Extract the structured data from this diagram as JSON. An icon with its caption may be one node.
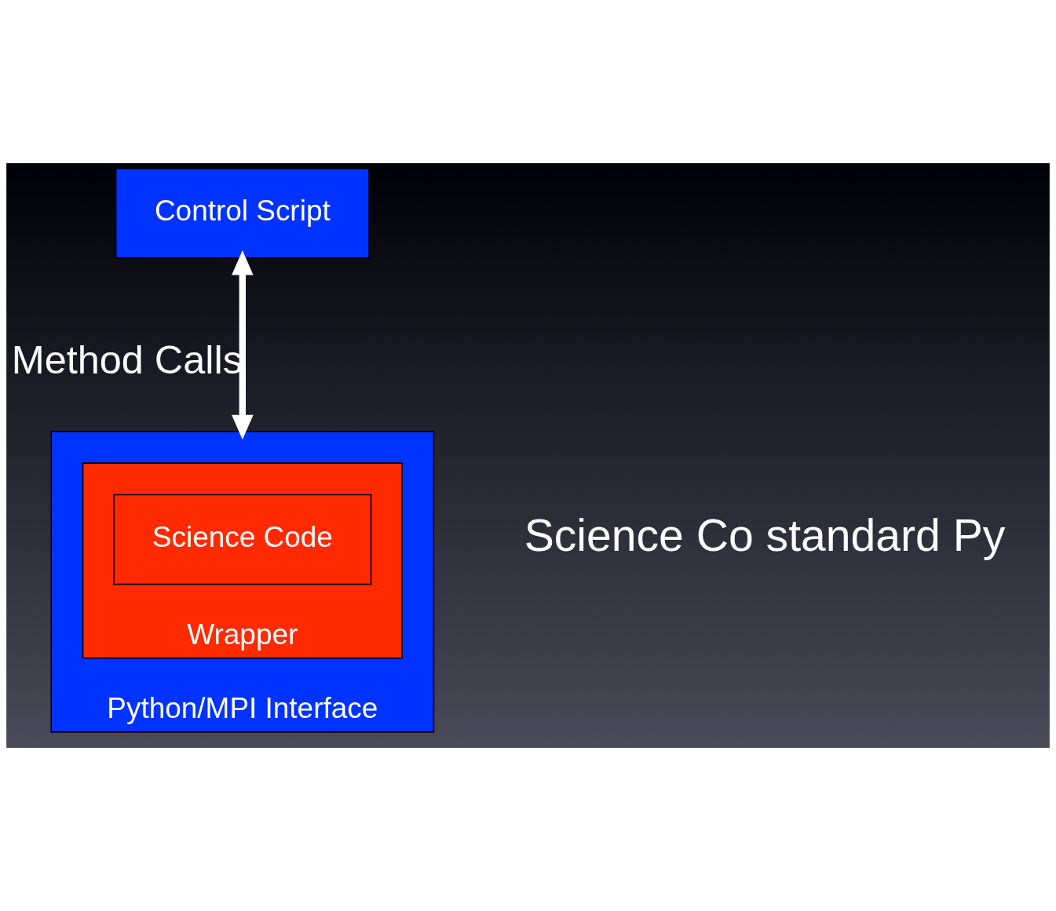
{
  "diagram": {
    "nodes": [
      {
        "text": [
          "Control Script"
        ]
      },
      {
        "text": [
          "Python/MPI Interface"
        ]
      },
      {
        "text": [
          "Wrapper"
        ],
        "in": 1
      },
      {
        "text": [
          "Science Code"
        ],
        "in": 2
      }
    ],
    "edges": [
      {
        "from": 1,
        "to": 0,
        "arrow": "both",
        "label": "Method Calls"
      }
    ],
    "labels": [
      "Science Co standard Py"
    ]
  }
}
